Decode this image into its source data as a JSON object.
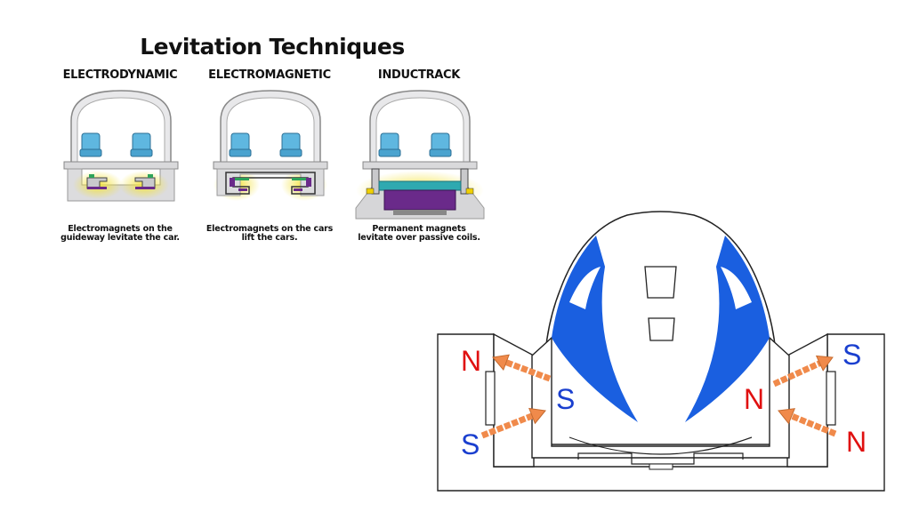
{
  "title": "Levitation Techniques",
  "panels": [
    {
      "heading": "ELECTRODYNAMIC",
      "caption": [
        "Electromagnets on the",
        "guideway levitate the car."
      ]
    },
    {
      "heading": "ELECTROMAGNETIC",
      "caption": [
        "Electromagnets on the cars",
        "lift the cars."
      ]
    },
    {
      "heading": "INDUCTRACK",
      "caption": [
        "Permanent magnets",
        "levitate over passive coils."
      ]
    }
  ],
  "poles": {
    "left_top": "N",
    "left_mid": "S",
    "left_bottom": "S",
    "right_top": "S",
    "right_mid": "N",
    "right_bottom": "N"
  },
  "colors": {
    "north": "#e01010",
    "south": "#1a3fcf",
    "arrow": "#f08a4b",
    "stripe": "#1a5fe0",
    "seat": "#5fb7e0",
    "glow": "#f3e23a",
    "magnet_purple": "#6a2a8a",
    "magnet_green": "#2ea35a",
    "magnet_teal": "#2fa9b0"
  }
}
